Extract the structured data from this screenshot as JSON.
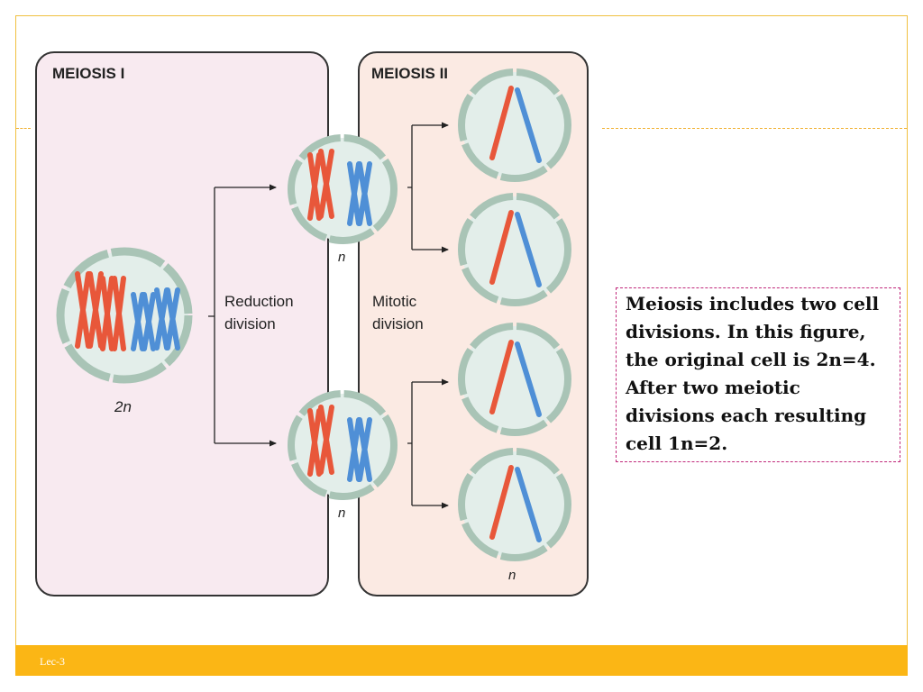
{
  "diagram": {
    "panel_meiosis_1_title": "MEIOSIS I",
    "panel_meiosis_2_title": "MEIOSIS II",
    "label_2n": "2n",
    "label_n_top": "n",
    "label_n_bottom": "n",
    "label_n_final": "n",
    "reduction_line1": "Reduction",
    "reduction_line2": "division",
    "mitotic_line1": "Mitotic",
    "mitotic_line2": "division",
    "colors": {
      "meiosis1_fill": "#f8eaf0",
      "meiosis2_fill": "#fbeae3",
      "cell_fill": "#e3eeea",
      "cell_border": "#a9c4b6",
      "chromosome_red": "#e8573a",
      "chromosome_blue": "#4f8fd6"
    }
  },
  "caption": {
    "text": "Meiosis includes two cell divisions. In this figure, the original cell is 2n=4. After two meiotic divisions each resulting cell 1n=2."
  },
  "footer": {
    "label": "Lec-3"
  }
}
